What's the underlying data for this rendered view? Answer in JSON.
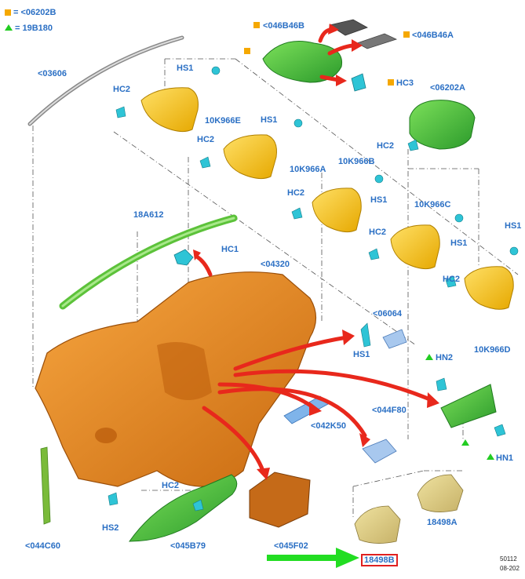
{
  "legend": {
    "square_label": "= <06202B",
    "triangle_label": "= 19B180"
  },
  "labels": {
    "l_046b46b": "<046B46B",
    "l_046b46a": "<046B46A",
    "l_hc3": "HC3",
    "l_06202a": "<06202A",
    "l_03606": "<03606",
    "l_hs1_a": "HS1",
    "l_hc2_a": "HC2",
    "l_10k966e": "10K966E",
    "l_hs1_b": "HS1",
    "l_hc2_b": "HC2",
    "l_10k966a": "10K966A",
    "l_10k966b": "10K966B",
    "l_hs1_c": "HS1",
    "l_hc2_c": "HC2",
    "l_hc2_d": "HC2",
    "l_10k966c": "10K966C",
    "l_hs1_d": "HS1",
    "l_hc2_e": "HC2",
    "l_hs1_e": "HS1",
    "l_hc2_f": "HC2",
    "l_10k966d": "10K966D",
    "l_18a612": "18A612",
    "l_hc1": "HC1",
    "l_04320": "<04320",
    "l_06064": "<06064",
    "l_hs1_f": "HS1",
    "l_hn2": "HN2",
    "l_hn1": "HN1",
    "l_042k50": "<042K50",
    "l_044f80": "<044F80",
    "l_hc2_g": "HC2",
    "l_hs2": "HS2",
    "l_044c60": "<044C60",
    "l_045b79": "<045B79",
    "l_045f02": "<045F02",
    "l_18498a": "18498A",
    "l_18498b": "18498B"
  },
  "corner": {
    "line1": "50112",
    "line2": "08-202"
  },
  "colors": {
    "label_blue": "#2a6fc4",
    "orange_part": "#f08a1e",
    "yellow_part": "#f5c400",
    "green_part": "#3cb43c",
    "cyan_clip": "#2ec4d6",
    "red_arrow": "#e8281c",
    "green_arrow": "#22dd22",
    "legend_square": "#f5a800",
    "legend_triangle": "#22cc22"
  }
}
